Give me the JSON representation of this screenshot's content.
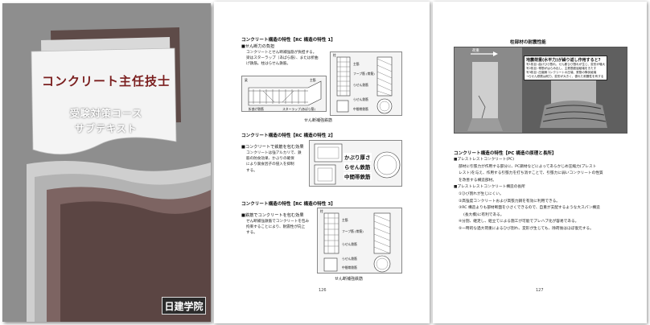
{
  "cover": {
    "title": "コンクリート主任技士",
    "subtitle_line1": "受験対策コース",
    "subtitle_line2": "サブテキスト",
    "publisher": "日建学院",
    "colors": {
      "background": "#8e8e8e",
      "title": "#7a1e1e",
      "dark_panel": "#5e4b48"
    }
  },
  "page126": {
    "page_number": "126",
    "sections": [
      {
        "heading": "コンクリート構造の特性【RC 構造の特性 1】",
        "bullet": "■せん断力の負担",
        "body": [
          "コンクリートとせん断補強筋が負担する。",
          "梁はスターラップ（あばら筋）、または折曲",
          "げ鉄筋。柱はらせん鉄筋。"
        ],
        "caption": "せん断補強鉄筋",
        "labels": {
          "beam": "梁",
          "column": "柱",
          "main_bar": "主筋",
          "hoop": "フープ筋 (帯筋)",
          "spiral": "らせん鉄筋",
          "bent_bar": "折曲げ鉄筋",
          "stirrup": "スターラップ(あばら筋)",
          "main_bar_beam": "主筋",
          "spiral_bar": "らせん鉄筋",
          "middle_tie": "中間帯鉄筋"
        }
      },
      {
        "heading": "コンクリート構造の特性【RC 構造の特性 2】",
        "bullet": "■コンクリートで鉄筋を包む効果",
        "body": [
          "コンクリートは強アルカリで、鉄",
          "筋の防食効果、かぶりの確保",
          "により腐食因子の侵入を抑制",
          "する。"
        ],
        "labels": {
          "cover": "かぶり厚さ",
          "spiral": "らせん鉄筋",
          "middle_tie": "中間帯鉄筋"
        }
      },
      {
        "heading": "コンクリート構造の特性【RC 構造の特性 3】",
        "bullet": "■鉄筋でコンクリートを包む効果",
        "body": [
          "せん断補強鉄筋でコンクリートを包み",
          "拘束することにより、耐震性が向上",
          "する。"
        ],
        "caption": "せん断補強鉄筋",
        "labels": {
          "column": "柱",
          "main_bar": "主筋",
          "hoop": "フープ筋 (帯筋)",
          "spiral": "らせん鉄筋",
          "spiral_bar": "らせん鉄筋",
          "middle_tie": "中間帯鉄筋"
        }
      }
    ]
  },
  "page127": {
    "page_number": "127",
    "photo_title": "柱部材の耐震性能",
    "photo_arrow_label": "荷重",
    "callout": {
      "title": "地震荷重(水平力)が繰り返し作用すると?",
      "lines": [
        "写1枚目 :曲げひび割れ、せん断ひび割れが生じ、変形が増大",
        "写2枚目 :帯筋がはらみ出し、主鉄筋座屈破壊をきたす",
        "写3枚目 :圧縮側コンクリートの圧壊、鉄筋の降伏破壊",
        "→らせん鉄筋は耐力、変形が大きく、優れた耐震性を有する"
      ]
    },
    "section": {
      "heading": "コンクリート構造の特性【PC 構造の原理と長所】",
      "items": [
        "■プレストレストコンクリート(PC)",
        "部材に引張力が作用する部分に、PC鋼材などによってあらかじめ圧縮力(プレスト",
        "レスト)を与え、作用する引張力を打ち消すことで、引張力に弱いコンクリートの性質",
        "を改善する構造部材。",
        "■プレストレストコンクリート構造の長所",
        "①ひび割れが生じにくい。",
        "②高強度コンクリートおよび高張力鋼を有効に利用できる。",
        "③RC 構造よりも部材断面を小さくできるので、自重が支配するような大スパン構造",
        "(長大橋)に有利である。",
        "④分割、継足し、組立てによる施工が可能でプレハブ化が容易である。",
        "⑤一時的な過大荷重によるひび割れ、変形が生じても、除荷後はほぼ復元する。"
      ]
    }
  }
}
